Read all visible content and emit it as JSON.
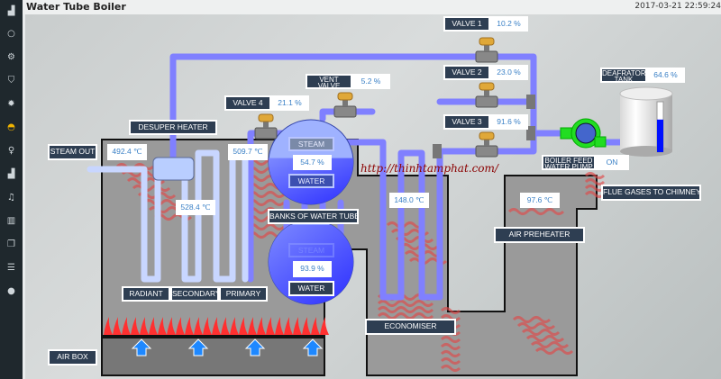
{
  "app": {
    "title": "Water Tube Boiler",
    "timestamp": "2017-03-21 22:59:24"
  },
  "sidebar": {
    "icons": [
      "factory-icon",
      "circle-icon",
      "cogs-icon",
      "shield-icon",
      "gear-icon",
      "dashboard-icon",
      "lightbulb-icon",
      "factory-icon",
      "bell-icon",
      "bar-chart-icon",
      "copy-icon",
      "database-icon",
      "info-icon"
    ],
    "active_index": 5,
    "active_color": "#f0b400"
  },
  "valves": [
    {
      "label": "VALVE 1",
      "value": "10.2 %"
    },
    {
      "label": "VALVE 2",
      "value": "23.0 %"
    },
    {
      "label": "VALVE 3",
      "value": "91.6 %"
    },
    {
      "label": "VALVE 4",
      "value": "21.1 %"
    },
    {
      "label_line1": "VENT",
      "label_line2": "VALVE",
      "value": "5.2 %"
    }
  ],
  "deaerator": {
    "label_line1": "DEAFRATOR",
    "label_line2": "TANK",
    "value": "64.6 %",
    "level_percent": 64.6
  },
  "pump": {
    "label_line1": "BOILER FEED",
    "label_line2": "WATER PUMP",
    "status": "ON",
    "color": "#22dd22"
  },
  "labels": {
    "desuper_heater": "DESUPER HEATER",
    "steam_out": "STEAM OUT",
    "banks": "BANKS OF WATER TUBE",
    "radiant": "RADIANT",
    "secondary": "SECONDARY",
    "primary": "PRIMARY",
    "air_box": "AIR BOX",
    "economiser": "ECONOMISER",
    "air_preheater": "AIR PREHEATER",
    "flue_gases": "FLUE GASES TO CHIMNEY"
  },
  "temperatures": {
    "steam_out": "492.4 ℃",
    "superheater_out": "509.7 ℃",
    "secondary": "528.4 ℃",
    "economiser": "148.0 ℃",
    "air_preheater": "97.6 ℃"
  },
  "steam_drum": {
    "steam_label": "STEAM",
    "level": "54.7 %",
    "level_percent": 54.7,
    "water_label": "WATER"
  },
  "mud_drum": {
    "steam_label": "STEAM",
    "level": "93.9 %",
    "level_percent": 93.9,
    "water_label": "WATER"
  },
  "watermark": "http://thinhtamphat.com/",
  "colors": {
    "pipe": "#8080ff",
    "flame": "#ff3030",
    "airflow": "#1e88ff",
    "label_bg": "#2e3e52",
    "value_text": "#3a80c6"
  }
}
